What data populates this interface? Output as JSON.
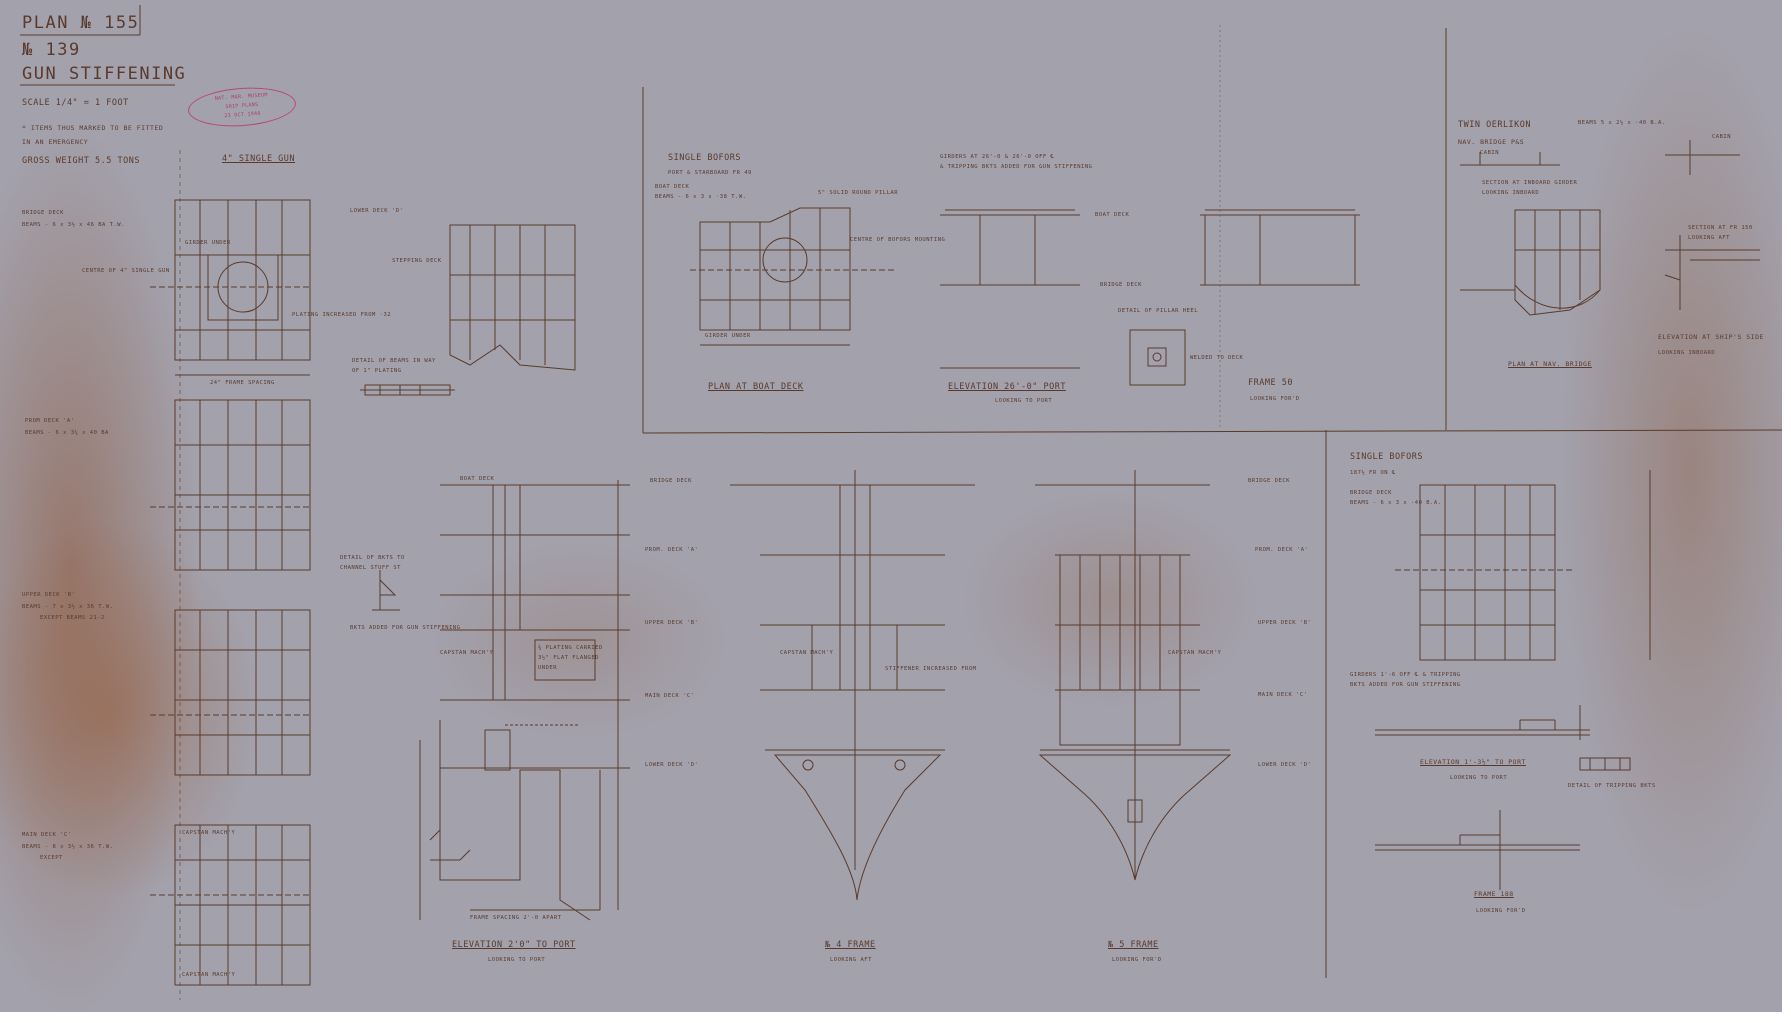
{
  "title_block": {
    "plan_no": "PLAN № 155",
    "no": "№ 139",
    "title": "GUN STIFFENING",
    "scale": "SCALE 1/4\" = 1 FOOT",
    "note_line1": "* ITEMS THUS MARKED TO BE FITTED",
    "note_line2": "IN AN EMERGENCY",
    "weight": "GROSS WEIGHT 5.5 TONS"
  },
  "stamp": {
    "line1": "NAT. MAR. MUSEUM",
    "line2": "SHIP PLANS",
    "line3": "23 OCT 1940"
  },
  "left_column": {
    "heading": "4\" SINGLE GUN",
    "bridge_deck": "BRIDGE DECK",
    "bridge_beams": "BEAMS - 6 x 3½ x 46 BA T.W.",
    "prom_deck": "PROM DECK 'A'",
    "prom_beams": "BEAMS - 6 x 3¼ x 40 BA",
    "upper_deck": "UPPER DECK 'B'",
    "upper_beams": "BEAMS - 7 x 3½ x 36 T.W.",
    "upper_except": "EXCEPT BEAMS 21-2",
    "main_deck": "MAIN DECK 'C'",
    "main_beams": "BEAMS - 8 x 3½ x 36 T.W.",
    "main_except": "EXCEPT",
    "frame_spacing": "24\" FRAME SPACING",
    "girder_under": "GIRDER UNDER",
    "capstan_mach": "CAPSTAN MACH'Y",
    "centre_gun": "CENTRE OF 4\" SINGLE GUN",
    "plating_increased": "PLATING INCREASED FROM ·32",
    "lower_deck": "LOWER DECK 'D'",
    "stepping_deck": "STEPPING DECK",
    "detail_beams": "DETAIL OF BEAMS IN WAY",
    "detail_beams2": "OF 1\" PLATING",
    "detail_bkts": "DETAIL OF BKTS TO",
    "detail_bkts2": "CHANNEL STUFF ST",
    "bkts_added": "BKTS ADDED FOR GUN STIFFENING"
  },
  "center_top": {
    "heading": "SINGLE BOFORS",
    "sub": "PORT & STARBOARD FR 49",
    "boat_deck": "BOAT DECK",
    "beams": "BEAMS - 6 x 3 x ·38 T.W.",
    "solid_pillar": "5\" SOLID ROUND PILLAR",
    "centre_bofors": "CENTRE OF BOFORS MOUNTING",
    "girder_under": "GIRDER UNDER",
    "girder_note": "GIRDERS AT 26'-0 & 26'-0 OFF ℄",
    "tripping_note": "& TRIPPING BKTS ADDED FOR GUN STIFFENING",
    "plan_label": "PLAN AT BOAT DECK",
    "elev_label": "ELEVATION 26'-0\" PORT",
    "elev_sub": "LOOKING TO PORT",
    "boat_deck_r": "BOAT DECK",
    "bridge_deck_r": "BRIDGE DECK",
    "pillar_heel": "DETAIL OF PILLAR HEEL",
    "welded": "WELDED TO DECK",
    "frame50": "FRAME 50",
    "frame50_sub": "LOOKING FOR'D"
  },
  "right_top": {
    "heading": "TWIN OERLIKON",
    "sub": "NAV. BRIDGE P&S",
    "beams": "BEAMS 5 x 2½ x ·40 B.A.",
    "cabin": "CABIN",
    "section": "SECTION AT INBOARD GIRDER",
    "section_sub": "LOOKING INBOARD",
    "section2": "SECTION AT FR 150",
    "section2_sub": "LOOKING AFT",
    "plan_label": "PLAN AT NAV. BRIDGE",
    "elev_label": "ELEVATION AT SHIP'S SIDE",
    "elev_sub": "LOOKING INBOARD"
  },
  "right_bottom": {
    "heading": "SINGLE BOFORS",
    "sub": "187½ FR ON ℄",
    "bridge_deck": "BRIDGE DECK",
    "beams": "BEAMS - 6 x 3 x ·40 B.A.",
    "girders_note": "GIRDERS 1'-6 OFF ℄ & TRIPPING",
    "girders_note2": "BKTS ADDED FOR GUN STIFFENING",
    "elev_label": "ELEVATION 1'-3½\" TO PORT",
    "elev_sub": "LOOKING TO PORT",
    "detail_tripping": "DETAIL OF TRIPPING BKTS",
    "frame_label": "FRAME 188",
    "frame_sub": "LOOKING FOR'D"
  },
  "bottom_labels": {
    "elev_2": "ELEVATION 2'0\" TO PORT",
    "elev_2_sub": "LOOKING TO PORT",
    "frame4": "№ 4 FRAME",
    "frame4_sub": "LOOKING AFT",
    "frame5": "№ 5 FRAME",
    "frame5_sub": "LOOKING FOR'D",
    "frame_spacing": "FRAME SPACING 2'-0 APART"
  },
  "deck_names": {
    "boat": "BOAT DECK",
    "bridge": "BRIDGE DECK",
    "prom": "PROM. DECK 'A'",
    "upper": "UPPER DECK 'B'",
    "main": "MAIN DECK 'C'",
    "lower": "LOWER DECK 'D'",
    "capstan": "CAPSTAN MACH'Y",
    "plating_carried": "⅜ PLATING CARRIED",
    "plating_carried2": "3½\" FLAT FLANGED",
    "plating_carried3": "UNDER",
    "stiffener": "STIFFENER INCREASED FROM"
  },
  "colors": {
    "paper": "#a3a1ac",
    "ink": "#5a3a2c",
    "stamp": "#b5497a",
    "stain": "#8a5a3a"
  }
}
